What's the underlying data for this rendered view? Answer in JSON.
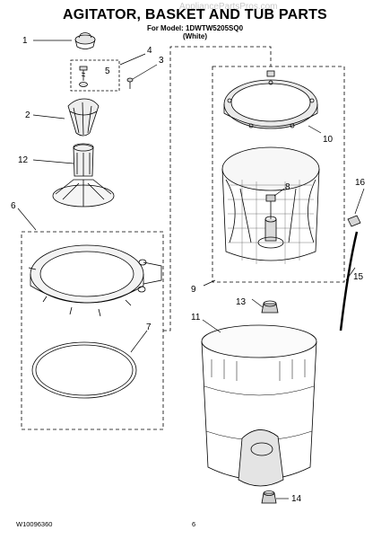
{
  "header": {
    "title": "AGITATOR, BASKET AND TUB PARTS",
    "model_line": "For Model: 1DWTW5205SQ0",
    "color_line": "(White)",
    "watermark": "AppliancePartsPros.com"
  },
  "callouts": [
    "1",
    "2",
    "3",
    "4",
    "5",
    "6",
    "7",
    "8",
    "9",
    "10",
    "11",
    "12",
    "13",
    "14",
    "15",
    "16"
  ],
  "footer": {
    "doc_number": "W10096360",
    "page_number": "6"
  }
}
